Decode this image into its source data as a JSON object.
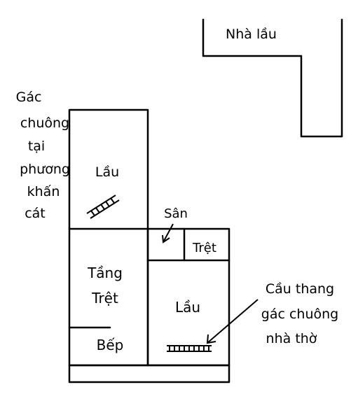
{
  "labels": {
    "nha_lau": "Nhà lầu",
    "gac_chuong_lines": [
      "Gác",
      "chuông",
      "tại",
      "phương",
      "khấn",
      "cát"
    ],
    "lau_upper": "Lầu",
    "san": "Sân",
    "tret_small": "Trệt",
    "tang_tret_lines": [
      "Tầng",
      "Trệt"
    ],
    "lau_lower": "Lầu",
    "bep": "Bếp",
    "cau_thang_lines": [
      "Cầu thang",
      "gác chuông",
      "nhà thờ"
    ]
  },
  "colors": {
    "ink": "#000000",
    "paper": "#ffffff"
  },
  "icons": [
    "ladder-icon",
    "ladder-icon",
    "arrow-icon",
    "arrow-icon"
  ]
}
